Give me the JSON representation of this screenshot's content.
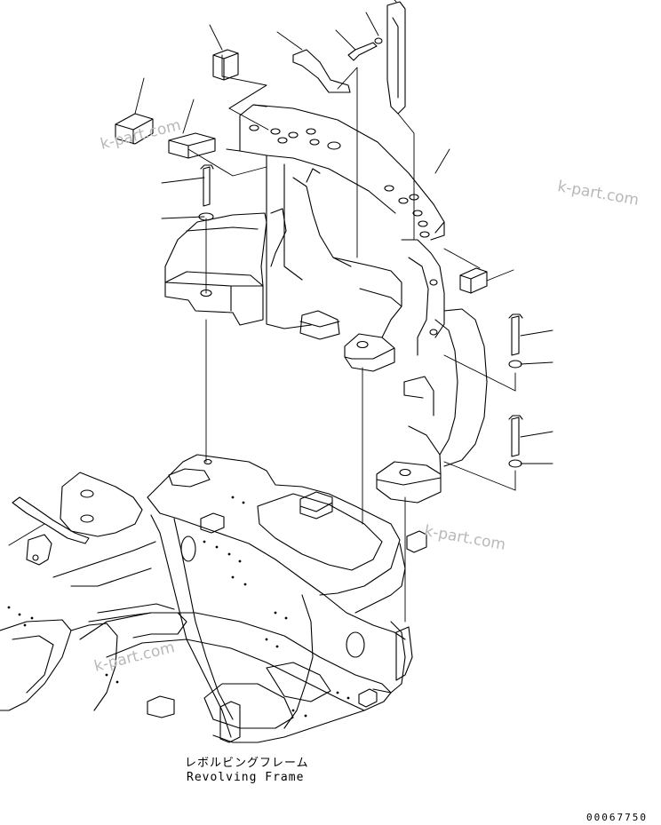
{
  "caption": {
    "japanese": "レボルビングフレーム",
    "english": "Revolving Frame"
  },
  "drawing_number": "00067750",
  "watermark_text": "k-part.com",
  "style": {
    "line_color": "#000000",
    "background": "#ffffff",
    "watermark_color": "#b8b8b8"
  }
}
